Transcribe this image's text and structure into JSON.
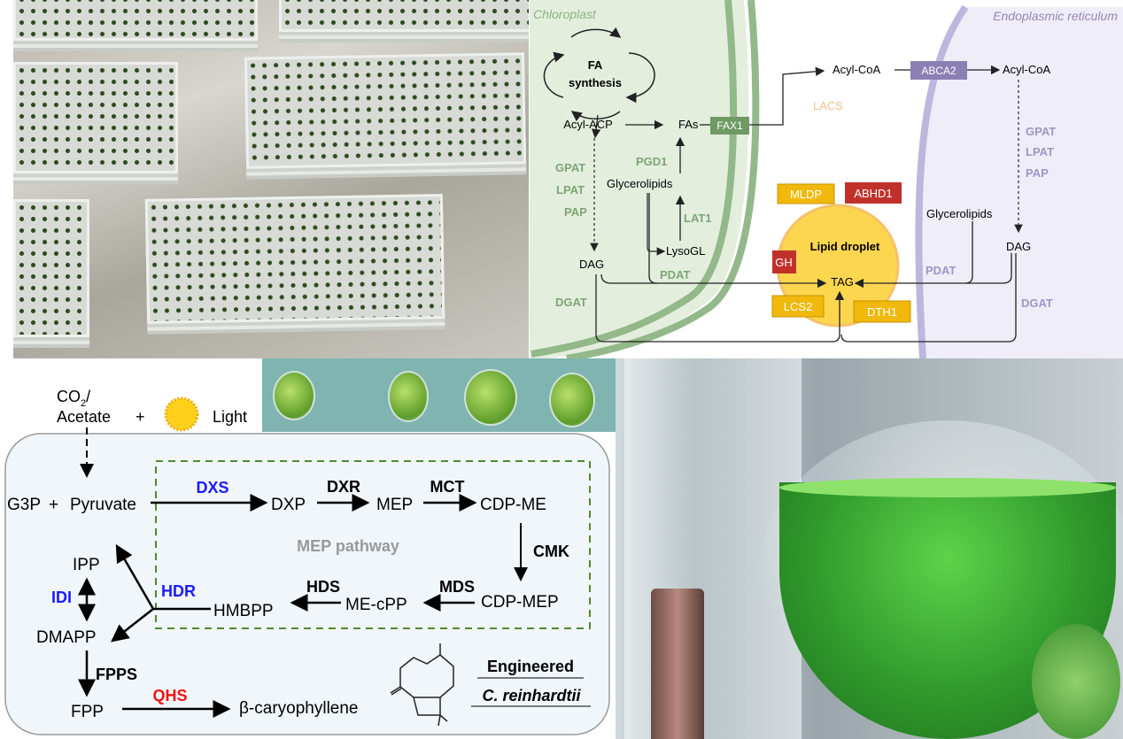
{
  "lipid_diagram": {
    "compartments": {
      "chloroplast": "Chloroplast",
      "er": "Endoplasmic reticulum",
      "droplet": "Lipid droplet"
    },
    "metabolites": {
      "fa_line1": "FA",
      "fa_line2": "synthesis",
      "acyl_acp": "Acyl-ACP",
      "fas": "FAs",
      "acyl_coa_1": "Acyl-CoA",
      "acyl_coa_2": "Acyl-CoA",
      "glycerolipids_1": "Glycerolipids",
      "lysogl": "LysoGL",
      "dag_1": "DAG",
      "tag": "TAG",
      "glycerolipids_2": "Glycerolipids",
      "dag_2": "DAG"
    },
    "enzymes": {
      "fax1": "FAX1",
      "abca2": "ABCA2",
      "lacs": "LACS",
      "gpat_1": "GPAT",
      "lpat_1": "LPAT",
      "pap_1": "PAP",
      "pgd1": "PGD1",
      "lat1": "LAT1",
      "pdat_1": "PDAT",
      "dgat_1": "DGAT",
      "mldp": "MLDP",
      "abhd1": "ABHD1",
      "gh": "GH",
      "lcs2": "LCS2",
      "dth1": "DTH1",
      "gpat_2": "GPAT",
      "lpat_2": "LPAT",
      "pap_2": "PAP",
      "pdat_2": "PDAT",
      "dgat_2": "DGAT"
    }
  },
  "mep_diagram": {
    "inputs": {
      "co2": "CO",
      "co2_sub": "2",
      "slash": "/",
      "acetate": "Acetate",
      "plus": "+",
      "light": "Light"
    },
    "metabolites": {
      "g3p": "G3P",
      "plus": "+",
      "pyruvate": "Pyruvate",
      "dxp": "DXP",
      "mep": "MEP",
      "cdp_me": "CDP-ME",
      "cdp_mep": "CDP-MEP",
      "me_cpp": "ME-cPP",
      "hmbpp": "HMBPP",
      "ipp": "IPP",
      "dmapp": "DMAPP",
      "fpp": "FPP",
      "product": "β-caryophyllene"
    },
    "enzymes": {
      "dxs": "DXS",
      "dxr": "DXR",
      "mct": "MCT",
      "cmk": "CMK",
      "mds": "MDS",
      "hds": "HDS",
      "hdr": "HDR",
      "idi": "IDI",
      "fpps": "FPPS",
      "qhs": "QHS"
    },
    "pathway_label": "MEP pathway",
    "organism_line1": "Engineered",
    "organism_line2": "C. reinhardtii"
  },
  "colors": {
    "blue_enzyme": "#1a1aff",
    "red_enzyme": "#ee1111",
    "green_enzyme": "#6f9a63",
    "purple_enzyme": "#8a80b3"
  }
}
